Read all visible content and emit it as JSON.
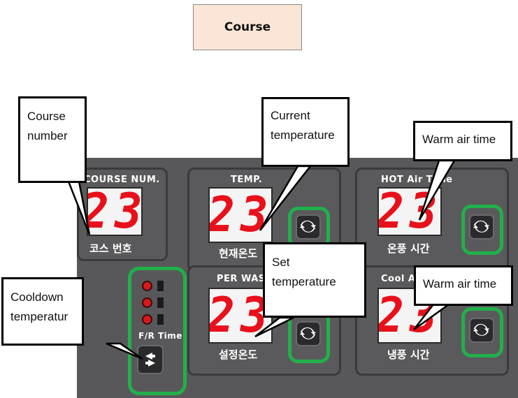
{
  "title_box": {
    "label": "Course"
  },
  "panels": {
    "course_num": {
      "label": "COURSE NUM.",
      "value": "23",
      "korean": "코스 번호"
    },
    "temp": {
      "label": "TEMP.",
      "value": "23",
      "korean": "현재온도"
    },
    "per_wash": {
      "label": "PER WASH",
      "value": "23",
      "korean": "설정온도"
    },
    "hot_air": {
      "label": "HOT Air Time",
      "value": "23",
      "korean": "온풍 시간"
    },
    "cool_air": {
      "label": "Cool Air Time",
      "value": "23",
      "korean": "냉풍 시간"
    },
    "fr_time": {
      "label": "F/R Time"
    }
  },
  "callouts": {
    "course_number": {
      "line1": "Course",
      "line2": "number"
    },
    "current_temperature": {
      "line1": "Current",
      "line2": "temperature"
    },
    "warm_air_time_top": {
      "text": "Warm air time"
    },
    "set_temperature": {
      "line1": "Set",
      "line2": "temperature"
    },
    "warm_air_time_bottom": {
      "text": "Warm air time"
    },
    "cooldown": {
      "line1": "Cooldown",
      "line2": "temperatur"
    }
  },
  "colors": {
    "segment_red": "#e8101a",
    "highlight_green": "#21b04b",
    "panel_gray": "#58585a",
    "title_bg": "#fbe5d6"
  },
  "icons": {
    "rotate_button": "refresh-icon",
    "fr_button": "swap-icon"
  }
}
